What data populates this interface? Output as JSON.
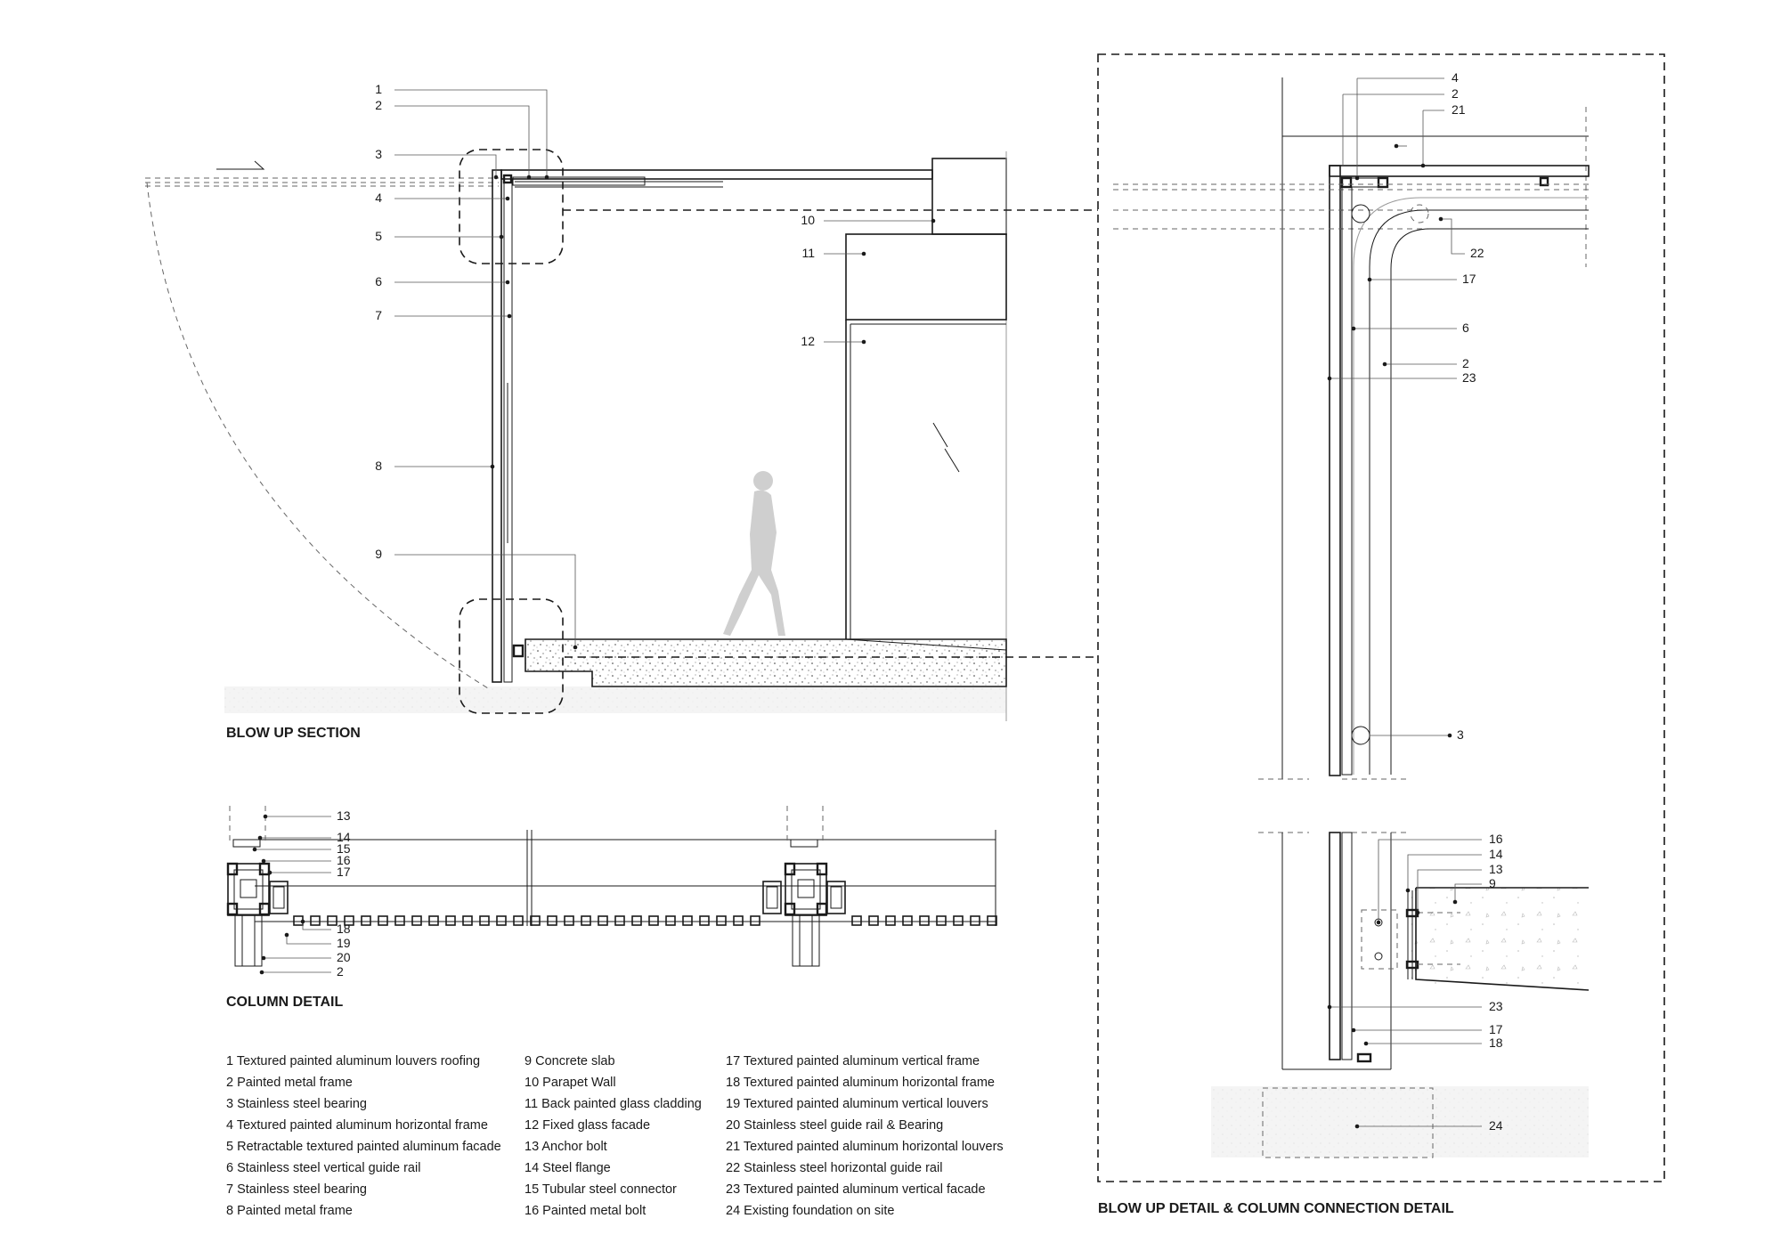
{
  "titles": {
    "section": "BLOW UP SECTION",
    "column": "COLUMN DETAIL",
    "detail": "BLOW UP DETAIL & COLUMN CONNECTION DETAIL"
  },
  "callouts": {
    "section": [
      "1",
      "2",
      "3",
      "4",
      "5",
      "6",
      "7",
      "8",
      "9",
      "10",
      "11",
      "12"
    ],
    "column": [
      "13",
      "14",
      "15",
      "16",
      "17",
      "18",
      "19",
      "20",
      "2"
    ],
    "detail_top": [
      "4",
      "2",
      "21",
      "22",
      "17",
      "6",
      "2",
      "23",
      "3"
    ],
    "detail_bottom": [
      "16",
      "14",
      "13",
      "9",
      "23",
      "17",
      "18",
      "24"
    ]
  },
  "legend": {
    "col1": [
      "1 Textured painted aluminum louvers roofing",
      "2 Painted metal frame",
      "3 Stainless steel bearing",
      "4 Textured painted aluminum horizontal frame",
      "5 Retractable textured painted aluminum facade",
      "6 Stainless steel vertical guide rail",
      "7 Stainless steel bearing",
      "8 Painted metal frame"
    ],
    "col2": [
      "9 Concrete slab",
      "10 Parapet Wall",
      "11 Back painted glass cladding",
      "12 Fixed glass facade",
      "13 Anchor bolt",
      "14 Steel flange",
      "15 Tubular steel connector",
      "16 Painted metal bolt"
    ],
    "col3": [
      "17 Textured painted aluminum vertical frame",
      "18 Textured painted aluminum horizontal frame",
      "19 Textured painted aluminum vertical louvers",
      "20 Stainless steel guide rail & Bearing",
      "21 Textured painted aluminum horizontal louvers",
      "22 Stainless steel horizontal guide rail",
      "23 Textured painted aluminum vertical facade",
      "24 Existing foundation on site"
    ]
  }
}
